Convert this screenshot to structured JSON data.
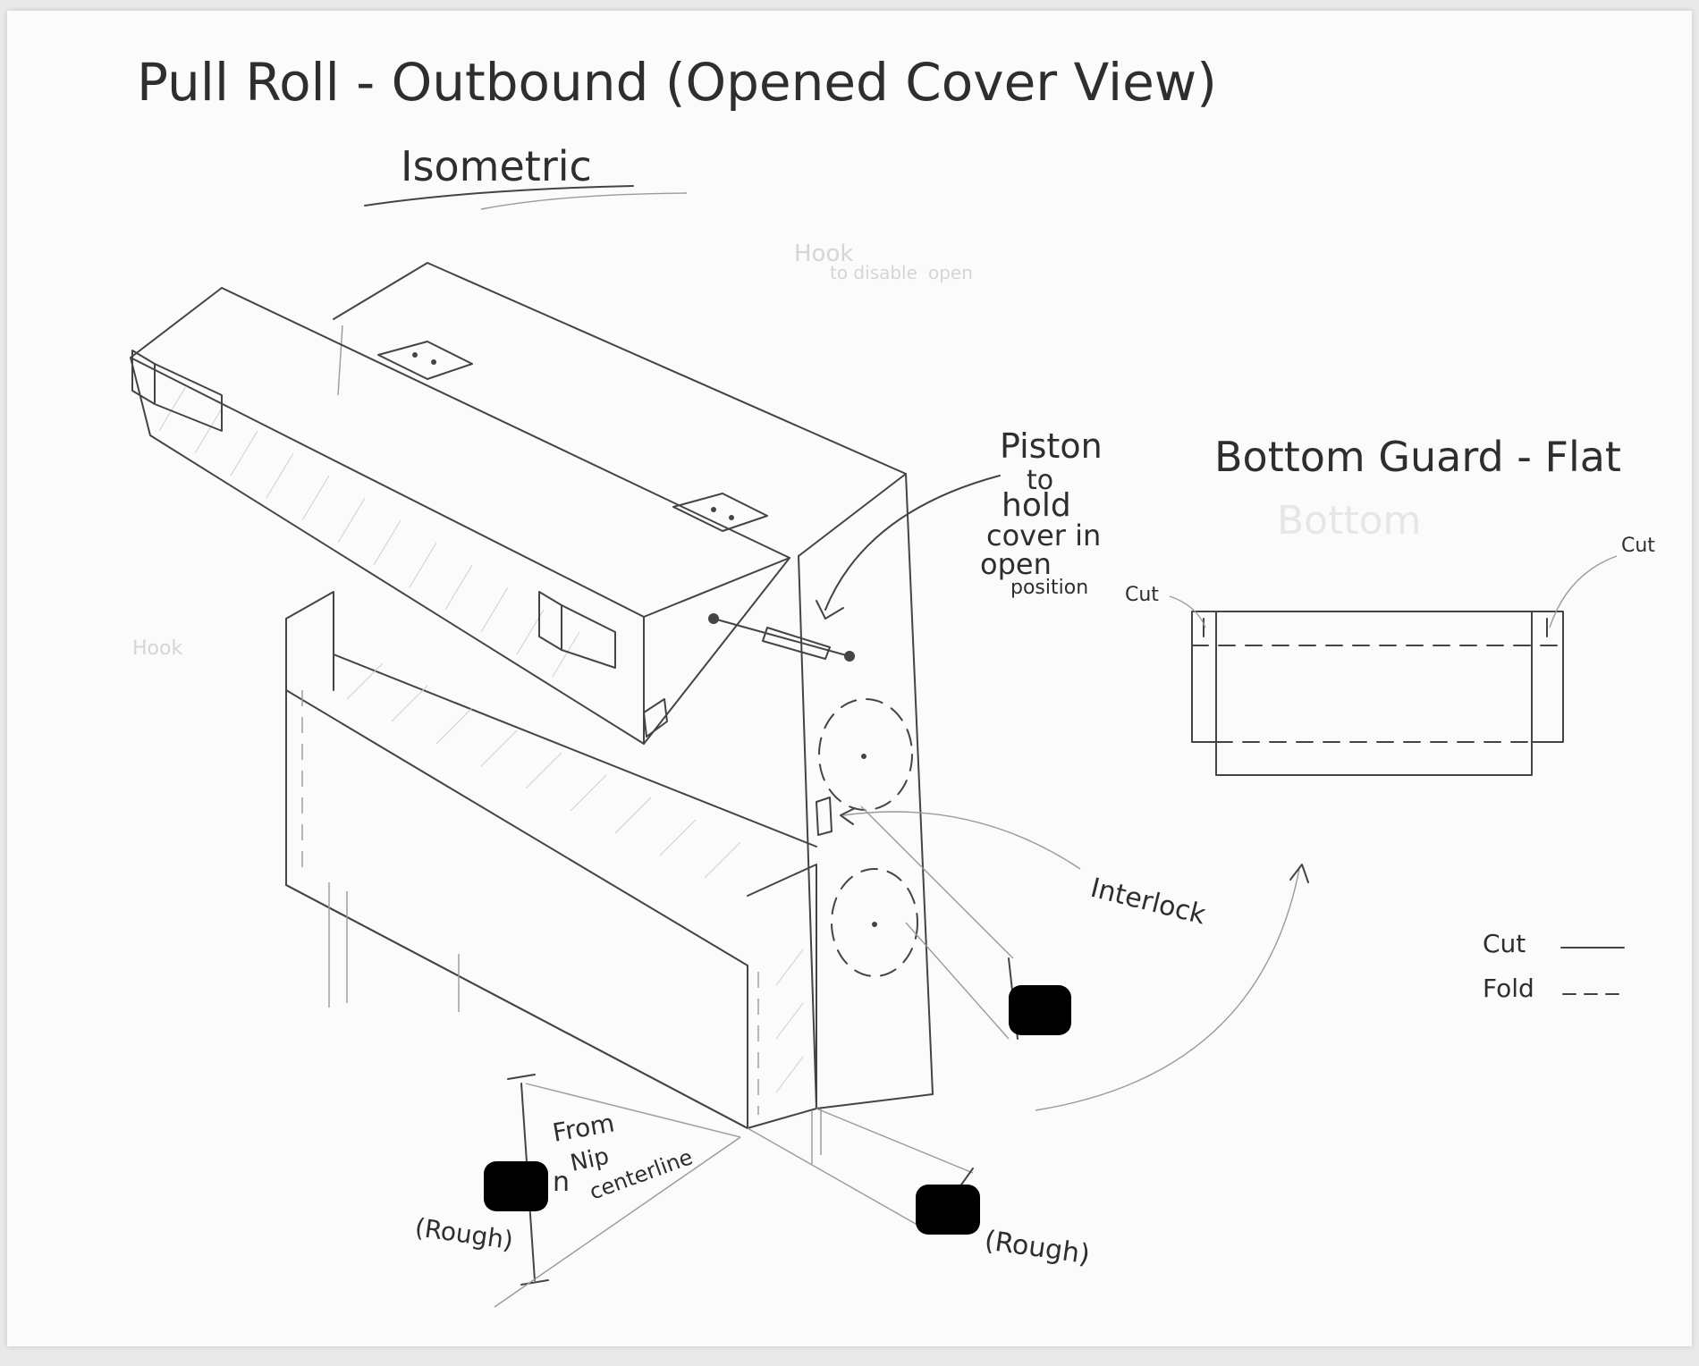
{
  "title": "Pull Roll - Outbound (Opened Cover View)",
  "subtitle": "Isometric",
  "faint_notes": [
    "Hook",
    "to disable",
    "open",
    "Hook",
    "Bottom"
  ],
  "annotations": {
    "piston": [
      "Piston",
      "to",
      "hold",
      "cover in",
      "open",
      "position"
    ],
    "interlock": "Interlock",
    "from_nip": [
      "From",
      "Nip",
      "centerline"
    ],
    "rough_left": "(Rough)",
    "rough_right": "(Rough)",
    "dimension_unit_fragment": "n"
  },
  "flat_view": {
    "title": "Bottom Guard - Flat",
    "cut_label_left": "Cut",
    "cut_label_right": "Cut"
  },
  "legend": [
    {
      "label": "Cut",
      "style": "solid"
    },
    {
      "label": "Fold",
      "style": "dashed"
    }
  ],
  "colors": {
    "paper": "#fbfbfb",
    "pencil": "#444444",
    "redaction": "#000000"
  }
}
